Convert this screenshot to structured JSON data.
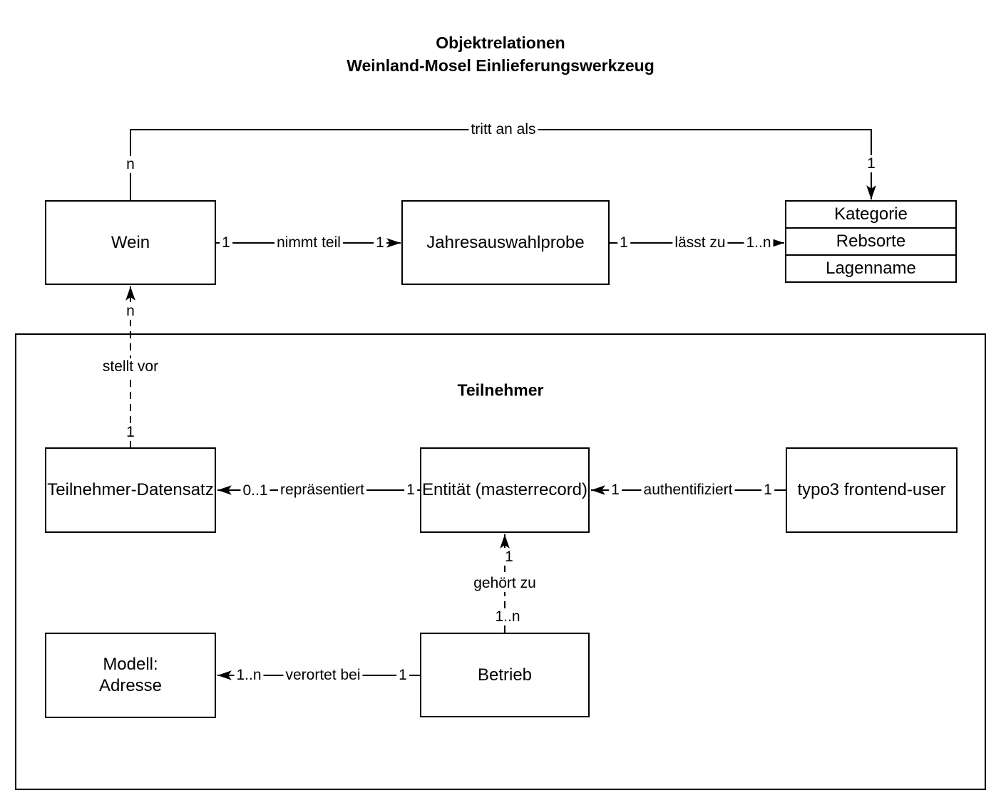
{
  "title": {
    "line1": "Objektrelationen",
    "line2": "Weinland-Mosel Einlieferungswerkzeug"
  },
  "container": {
    "label": "Teilnehmer"
  },
  "entities": {
    "wein": "Wein",
    "jahresauswahlprobe": "Jahresauswahlprobe",
    "kategorie_stack": [
      "Kategorie",
      "Rebsorte",
      "Lagenname"
    ],
    "teilnehmer_datensatz": "Teilnehmer-Datensatz",
    "entitaet": "Entität (masterrecord)",
    "typo3_frontend_user": "typo3 frontend-user",
    "modell_adresse_line1": "Modell:",
    "modell_adresse_line2": "Adresse",
    "betrieb": "Betrieb"
  },
  "relations": {
    "tritt_an_als": {
      "label": "tritt an als",
      "card_wein": "n",
      "card_kategorie": "1"
    },
    "nimmt_teil": {
      "label": "nimmt teil",
      "card_wein": "1",
      "card_jahresauswahlprobe": "1"
    },
    "laesst_zu": {
      "label": "lässt zu",
      "card_jahresauswahlprobe": "1",
      "card_kategorie": "1..n"
    },
    "stellt_vor": {
      "label": "stellt vor",
      "card_wein": "n",
      "card_teilnehmer_datensatz": "1"
    },
    "repraesentiert": {
      "label": "repräsentiert",
      "card_teilnehmer_datensatz": "0..1",
      "card_entitaet": "1"
    },
    "authentifiziert": {
      "label": "authentifiziert",
      "card_entitaet": "1",
      "card_typo3": "1"
    },
    "gehoert_zu": {
      "label": "gehört zu",
      "card_entitaet": "1",
      "card_betrieb": "1..n"
    },
    "verortet_bei": {
      "label": "verortet bei",
      "card_modell": "1..n",
      "card_betrieb": "1"
    }
  },
  "colors": {
    "line": "#000000",
    "text": "#000000",
    "background": "#ffffff"
  }
}
